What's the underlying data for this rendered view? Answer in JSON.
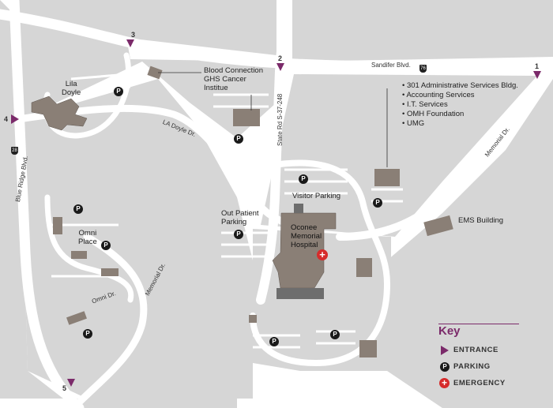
{
  "colors": {
    "ground": "#d6d6d6",
    "road": "#ffffff",
    "building": "#8a7f76",
    "building_dark": "#6d6d6d",
    "accent": "#7b2a6a",
    "emergency": "#d62b2b"
  },
  "roads": {
    "sandifer": "Sandifer Blvd.",
    "state_rd": "State Rd S-37-248",
    "la_doyle": "LA Doyle Dr.",
    "blue_ridge": "Blue Ridge Blvd.",
    "memorial_upper": "Memorial Dr.",
    "memorial_lower": "Memorial Dr.",
    "omni": "Omni Dr.",
    "route_76": "76",
    "route_28": "28"
  },
  "places": {
    "lila_doyle": "Lila\nDoyle",
    "blood_connection": "Blood Connection",
    "ghs_cancer": "GHS Cancer\nInstitue",
    "visitor_parking": "Visitor Parking",
    "out_patient": "Out Patient\nParking",
    "hospital": "Oconee\nMemorial\nHospital",
    "omni_place": "Omni\nPlace",
    "ems": "EMS Building",
    "admin_services": [
      "• 301 Administrative Services Bldg.",
      "• Accounting Services",
      "• I.T. Services",
      "• OMH Foundation",
      "• UMG"
    ]
  },
  "entrances": [
    "1",
    "2",
    "3",
    "4",
    "5"
  ],
  "parking_symbol": "P",
  "emergency_symbol": "+",
  "key": {
    "title": "Key",
    "entrance": "ENTRANCE",
    "parking": "PARKING",
    "emergency": "EMERGENCY"
  }
}
